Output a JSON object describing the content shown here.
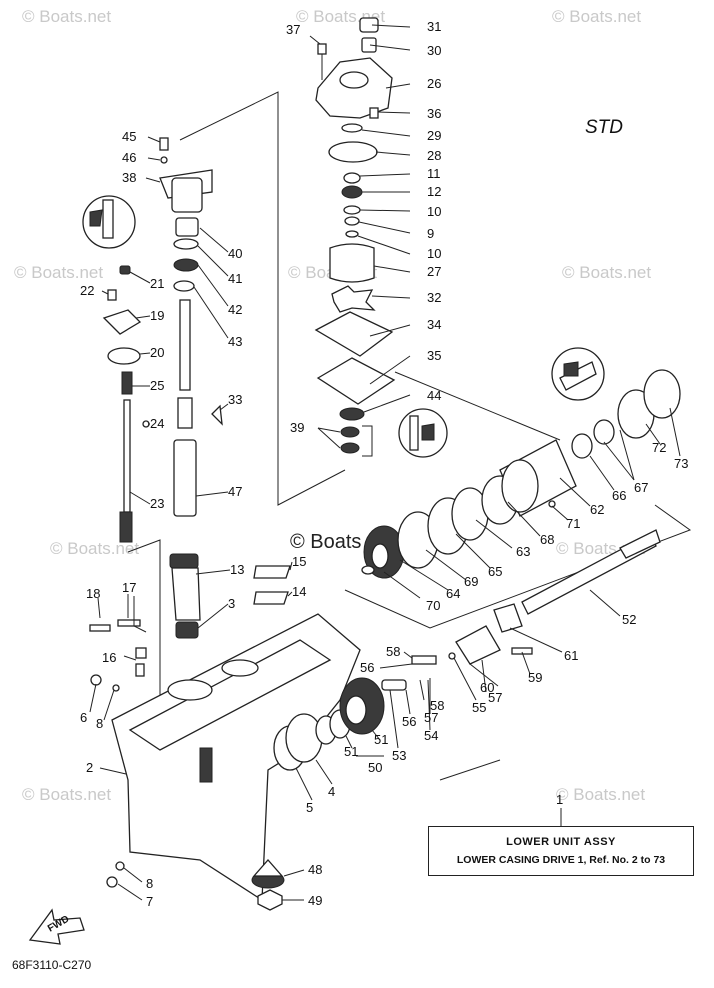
{
  "variant_label": "STD",
  "watermark": "© Boats.net",
  "watermark_center": "© Boats",
  "assembly": {
    "number": "1",
    "title": "LOWER UNIT ASSY",
    "subtitle": "LOWER CASING DRIVE 1,  Ref. No. 2 to 73"
  },
  "diagram_code": "68F3110-C270",
  "fwd_label": "FWD",
  "callouts": [
    "37",
    "31",
    "30",
    "26",
    "36",
    "29",
    "28",
    "11",
    "12",
    "10",
    "9",
    "10",
    "27",
    "32",
    "34",
    "35",
    "44",
    "39",
    "45",
    "46",
    "38",
    "40",
    "41",
    "42",
    "43",
    "21",
    "22",
    "19",
    "20",
    "25",
    "24",
    "33",
    "23",
    "47",
    "13",
    "15",
    "14",
    "3",
    "18",
    "17",
    "16",
    "6",
    "8",
    "2",
    "5",
    "4",
    "51",
    "51",
    "50",
    "53",
    "56",
    "58",
    "58",
    "56",
    "57",
    "54",
    "55",
    "57",
    "60",
    "59",
    "61",
    "52",
    "70",
    "64",
    "69",
    "65",
    "63",
    "68",
    "71",
    "62",
    "66",
    "67",
    "72",
    "73",
    "48",
    "49",
    "8",
    "7"
  ]
}
